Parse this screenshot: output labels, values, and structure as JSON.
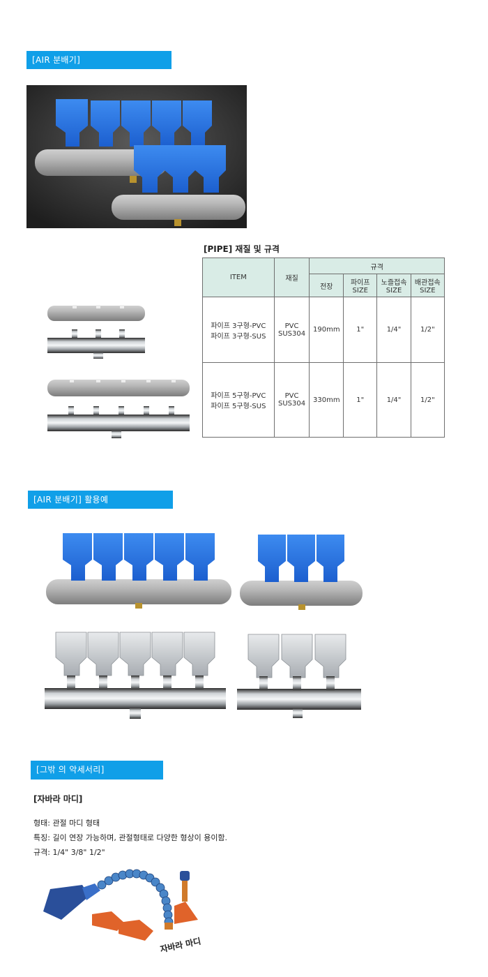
{
  "sections": {
    "air_header": "[AIR 분배기]",
    "usage_header": "[AIR 분배기]  활용예",
    "accessory_header": "[그밖 의 악세서리]"
  },
  "spec": {
    "title": "[PIPE] 재질 및 규격",
    "head": {
      "item": "ITEM",
      "material": "재질",
      "spec": "규격",
      "length": "전장",
      "pipe": "파이프",
      "nozzle": "노즐접속",
      "piping": "배관접속",
      "size": "SIZE"
    },
    "rows": [
      {
        "item1": "파이프 3구형-PVC",
        "item2": "파이프 3구형-SUS",
        "mat1": "PVC",
        "mat2": "SUS304",
        "length": "190mm",
        "pipe": "1\"",
        "nozzle": "1/4\"",
        "piping": "1/2\""
      },
      {
        "item1": "파이프 5구형-PVC",
        "item2": "파이프 5구형-SUS",
        "mat1": "PVC",
        "mat2": "SUS304",
        "length": "330mm",
        "pipe": "1\"",
        "nozzle": "1/4\"",
        "piping": "1/2\""
      }
    ]
  },
  "accessory": {
    "title": "[자바라 마디]",
    "shape": "형태: 관절 마디 형태",
    "feature": "특징: 길이 연장 가능하며, 관절형태로 다양한 형상이 용이함.",
    "size": "규격: 1/4\" 3/8\" 1/2\"",
    "image_caption": "자바라 마디"
  },
  "colors": {
    "header_bg": "#109fe8",
    "nozzle_blue": "#1f6fe0",
    "pvc_gray": "#a9a9a9",
    "orange": "#e0632a",
    "table_head": "#d9ece6"
  }
}
